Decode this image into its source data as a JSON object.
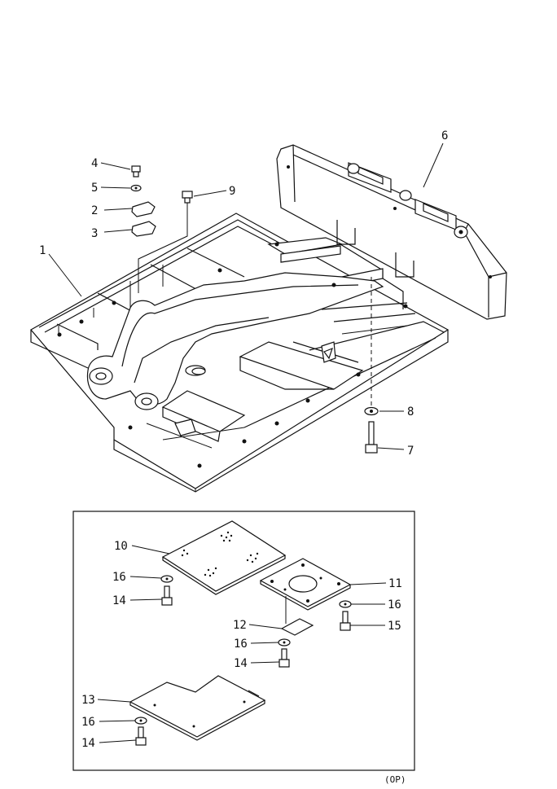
{
  "diagram": {
    "main_labels": {
      "p1": "1",
      "p2": "2",
      "p3": "3",
      "p4": "4",
      "p5": "5",
      "p6": "6",
      "p7": "7",
      "p8": "8",
      "p9": "9"
    },
    "inset_labels": {
      "p10": "10",
      "p11": "11",
      "p12": "12",
      "p13": "13",
      "p14_a": "14",
      "p14_b": "14",
      "p14_c": "14",
      "p15": "15",
      "p16_a": "16",
      "p16_b": "16",
      "p16_c": "16",
      "p16_d": "16"
    },
    "footer_code": "(OP)"
  }
}
